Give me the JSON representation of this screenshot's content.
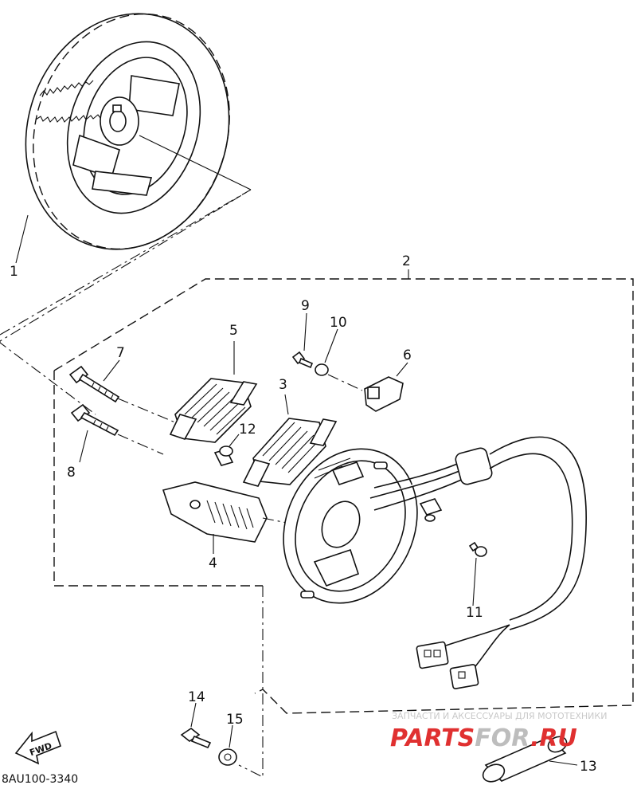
{
  "callouts": [
    "1",
    "2",
    "3",
    "4",
    "5",
    "6",
    "7",
    "8",
    "9",
    "10",
    "11",
    "12",
    "13",
    "14",
    "15"
  ],
  "diagram_code": "8AU100-3340",
  "forward_label": "FWD",
  "watermark": {
    "tagline": "ЗАПЧАСТИ И АКСЕССУАРЫ ДЛЯ МОТОТЕХНИКИ",
    "brand_part1": "PARTS",
    "brand_part2": "FOR",
    "brand_part3": ".RU",
    "colors": {
      "red": "#e03030",
      "gray": "#bdbdbd"
    }
  }
}
